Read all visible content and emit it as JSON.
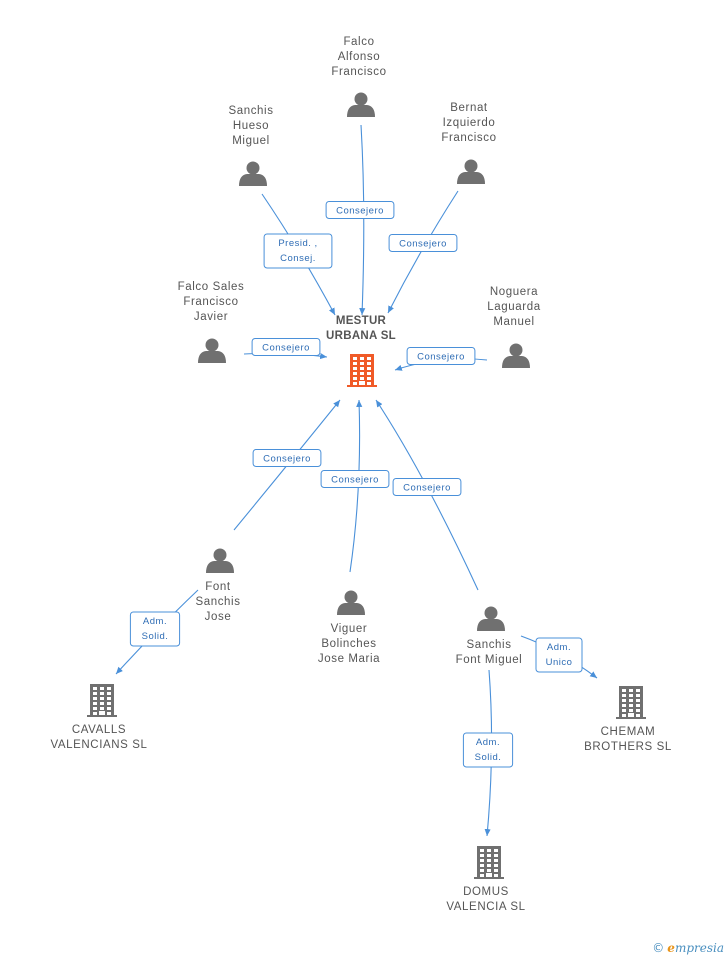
{
  "colors": {
    "edge": "#4a90d9",
    "person_icon": "#707070",
    "company_icon": "#707070",
    "center_company_icon": "#f05a28",
    "text": "#555555"
  },
  "center": {
    "lines": [
      "MESTUR",
      "URBANA SL"
    ],
    "icon": "building-icon"
  },
  "people": [
    {
      "id": "falco-alfonso",
      "lines": [
        "Falco",
        "Alfonso",
        "Francisco"
      ]
    },
    {
      "id": "sanchis-hueso",
      "lines": [
        "Sanchis",
        "Hueso",
        "Miguel"
      ]
    },
    {
      "id": "bernat-izquierdo",
      "lines": [
        "Bernat",
        "Izquierdo",
        "Francisco"
      ]
    },
    {
      "id": "falco-sales",
      "lines": [
        "Falco Sales",
        "Francisco",
        "Javier"
      ]
    },
    {
      "id": "noguera-laguarda",
      "lines": [
        "Noguera",
        "Laguarda",
        "Manuel"
      ]
    },
    {
      "id": "font-sanchis",
      "lines": [
        "Font",
        "Sanchis",
        "Jose"
      ]
    },
    {
      "id": "viguer-bolinches",
      "lines": [
        "Viguer",
        "Bolinches",
        "Jose Maria"
      ]
    },
    {
      "id": "sanchis-font",
      "lines": [
        "Sanchis",
        "Font Miguel"
      ]
    }
  ],
  "companies": [
    {
      "id": "cavalls",
      "lines": [
        "CAVALLS",
        "VALENCIANS SL"
      ]
    },
    {
      "id": "chemam",
      "lines": [
        "CHEMAM",
        "BROTHERS SL"
      ]
    },
    {
      "id": "domus",
      "lines": [
        "DOMUS",
        "VALENCIA SL"
      ]
    }
  ],
  "edges": [
    {
      "from": "falco-alfonso",
      "to": "center",
      "label": [
        "Consejero"
      ]
    },
    {
      "from": "sanchis-hueso",
      "to": "center",
      "label": [
        "Presid. ,",
        "Consej."
      ]
    },
    {
      "from": "bernat-izquierdo",
      "to": "center",
      "label": [
        "Consejero"
      ]
    },
    {
      "from": "falco-sales",
      "to": "center",
      "label": [
        "Consejero"
      ]
    },
    {
      "from": "noguera-laguarda",
      "to": "center",
      "label": [
        "Consejero"
      ]
    },
    {
      "from": "font-sanchis",
      "to": "center",
      "label": [
        "Consejero"
      ]
    },
    {
      "from": "viguer-bolinches",
      "to": "center",
      "label": [
        "Consejero"
      ]
    },
    {
      "from": "sanchis-font",
      "to": "center",
      "label": [
        "Consejero"
      ]
    },
    {
      "from": "font-sanchis",
      "to": "cavalls",
      "label": [
        "Adm.",
        "Solid."
      ]
    },
    {
      "from": "sanchis-font",
      "to": "chemam",
      "label": [
        "Adm.",
        "Unico"
      ]
    },
    {
      "from": "sanchis-font",
      "to": "domus",
      "label": [
        "Adm.",
        "Solid."
      ]
    }
  ],
  "watermark": {
    "copyright": "©",
    "brand_initial": "e",
    "brand_rest": "mpresia"
  }
}
